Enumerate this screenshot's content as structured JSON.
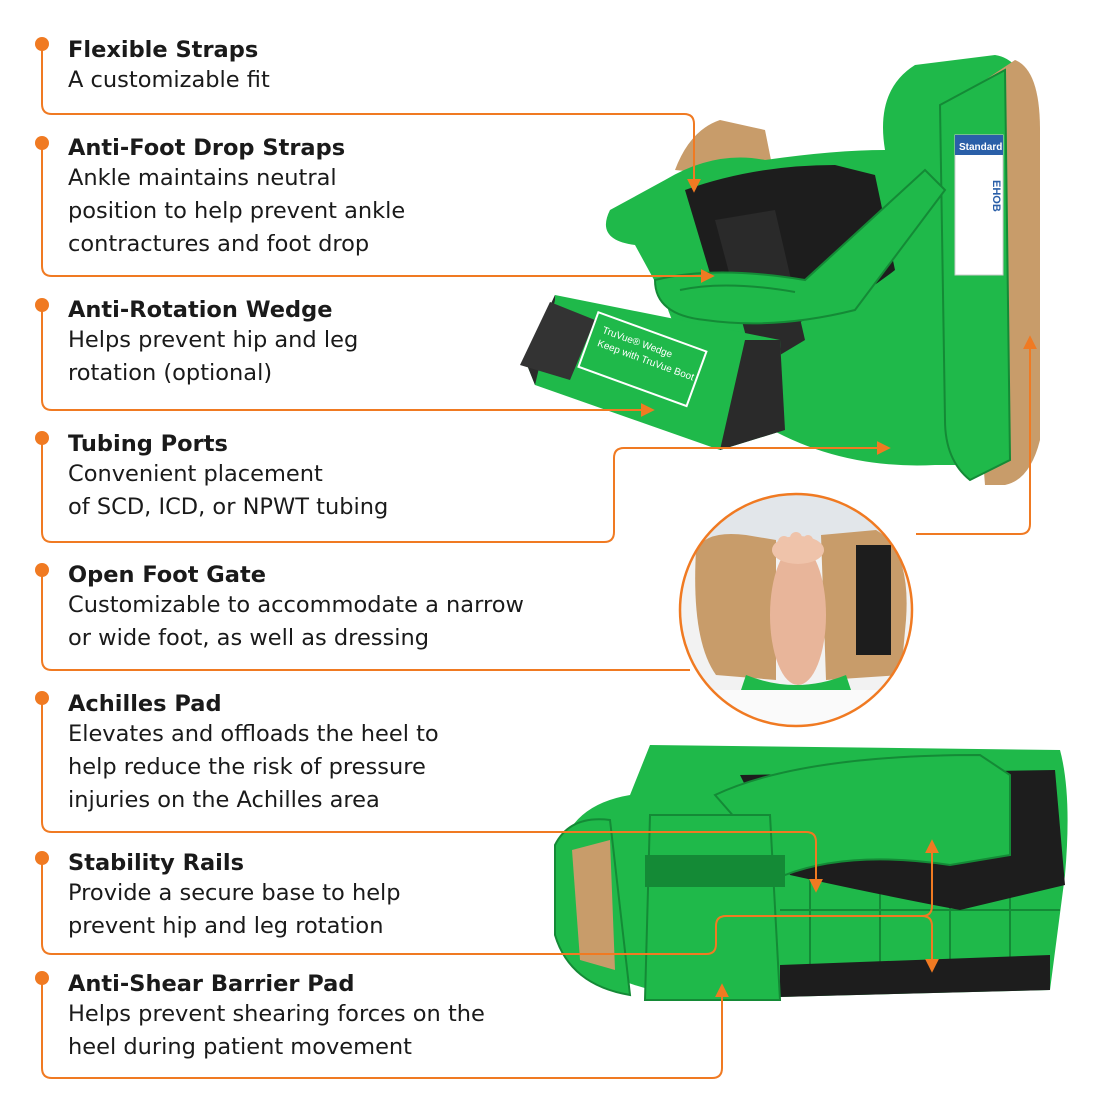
{
  "colors": {
    "accent": "#f07a22",
    "boot_green": "#1fb94a",
    "boot_green_dark": "#148a36",
    "strap_black": "#1d1d1d",
    "lining_tan": "#c89c6a"
  },
  "features": [
    {
      "title": "Flexible Straps",
      "lines": [
        "A customizable fit"
      ]
    },
    {
      "title": "Anti-Foot Drop Straps",
      "lines": [
        "Ankle maintains neutral",
        "position to help prevent ankle",
        "contractures and foot drop"
      ]
    },
    {
      "title": "Anti-Rotation Wedge",
      "lines": [
        "Helps prevent hip and leg",
        "rotation (optional)"
      ]
    },
    {
      "title": "Tubing Ports",
      "lines": [
        "Convenient placement",
        "of SCD, ICD, or NPWT tubing"
      ]
    },
    {
      "title": "Open Foot Gate",
      "lines": [
        "Customizable to accommodate a narrow",
        "or wide foot, as well as dressing"
      ]
    },
    {
      "title": "Achilles Pad",
      "lines": [
        "Elevates and offloads the heel to",
        "help reduce the risk of pressure",
        "injuries on the Achilles area"
      ]
    },
    {
      "title": "Stability Rails",
      "lines": [
        "Provide a secure base to help",
        "prevent hip and leg rotation"
      ]
    },
    {
      "title": "Anti-Shear Barrier Pad",
      "lines": [
        "Helps prevent shearing forces on the",
        "heel during patient movement"
      ]
    }
  ],
  "product_labels": {
    "boot_tag_top": "Standard",
    "boot_tag_brand": "EHOB",
    "wedge_label_line1": "TruVue® Wedge",
    "wedge_label_line2": "Keep with TruVue Boot"
  },
  "illustrations": {
    "top_boot": "boot-side-view-photo",
    "foot_closeup": "open-foot-gate-closeup-photo",
    "bottom_boot": "boot-bottom-view-photo"
  }
}
